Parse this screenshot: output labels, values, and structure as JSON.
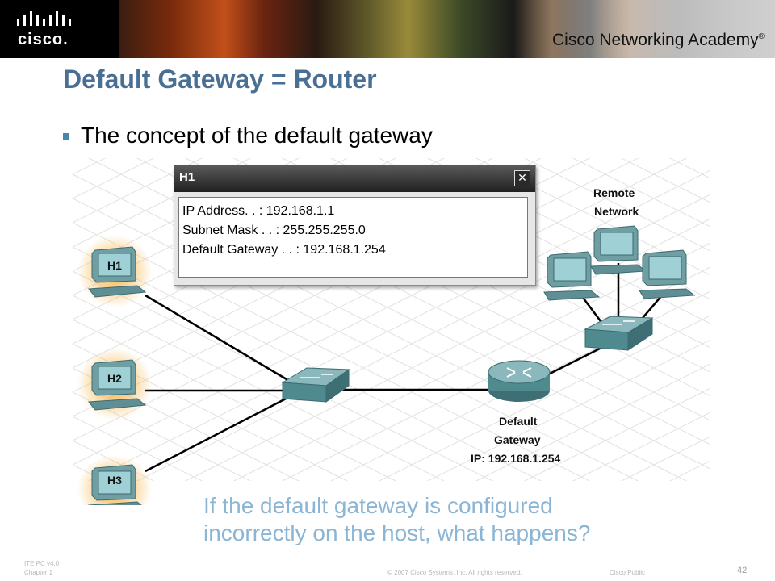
{
  "header": {
    "logo_text": "cisco.",
    "academy_text": "Cisco Networking Academy",
    "academy_mark": "®"
  },
  "slide": {
    "title": "Default Gateway = Router",
    "bullet": "The concept of the default gateway"
  },
  "popup": {
    "title": "H1",
    "close_glyph": "✕",
    "lines": [
      "IP Address. . : 192.168.1.1",
      "Subnet Mask . . : 255.255.255.0",
      "Default Gateway . . : 192.168.1.254"
    ]
  },
  "diagram": {
    "hosts": [
      "H1",
      "H2",
      "H3"
    ],
    "remote_label_1": "Remote",
    "remote_label_2": "Network",
    "gateway_label_1": "Default",
    "gateway_label_2": "Gateway",
    "gateway_ip": "IP: 192.168.1.254"
  },
  "question": {
    "line1": "If the default gateway is configured",
    "line2": "incorrectly on the host, what happens?"
  },
  "footer": {
    "course": "ITE PC v4.0",
    "chapter": "Chapter 1",
    "copyright": "© 2007 Cisco Systems, Inc. All rights reserved.",
    "classification": "Cisco Public",
    "page": "42"
  },
  "colors": {
    "title": "#4a6f94",
    "question": "#8bb5d4",
    "host_glow": "#f5a623",
    "device_teal": "#4f8a8f"
  }
}
